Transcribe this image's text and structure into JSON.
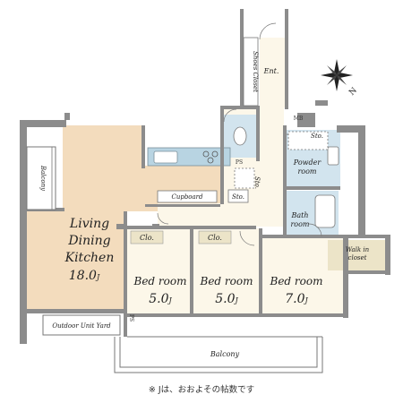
{
  "colors": {
    "wall": "#8c8c8c",
    "ldk_floor": "#f3dcbd",
    "bedroom_floor": "#fcf7e9",
    "wet_area": "#d2e4ee",
    "kitchen_counter": "#b8d4e2",
    "closet_tag": "#ece4c8",
    "walkin_closet": "#ece4c8",
    "balcony": "#ffffff"
  },
  "rooms": {
    "ldk": {
      "line1": "Living",
      "line2": "Dining",
      "line3": "Kitchen",
      "size": "18.0",
      "unit": "J"
    },
    "bed1": {
      "name": "Bed room",
      "size": "5.0",
      "unit": "J",
      "closet": "Clo."
    },
    "bed2": {
      "name": "Bed room",
      "size": "5.0",
      "unit": "J",
      "closet": "Clo."
    },
    "bed3": {
      "name": "Bed room",
      "size": "7.0",
      "unit": "J"
    },
    "powder": {
      "line1": "Powder",
      "line2": "room"
    },
    "bath": {
      "line1": "Bath",
      "line2": "room"
    },
    "walkin": {
      "line1": "Walk in",
      "line2": "closet"
    },
    "entrance": "Ent.",
    "shoes_closet": "Shoes Closet",
    "cupboard": "Cupboard",
    "storage_1": "Sto.",
    "storage_2": "Sto.",
    "storage_3": "Sto.",
    "mb": "MB",
    "ps": "PS",
    "ps2": "PS",
    "balcony_side": "Balcony",
    "balcony_bottom": "Balcony",
    "outdoor_unit": "Outdoor Unit Yard"
  },
  "compass": {
    "north_label": "N"
  },
  "footnote": "※ Jは、おおよその帖数です"
}
